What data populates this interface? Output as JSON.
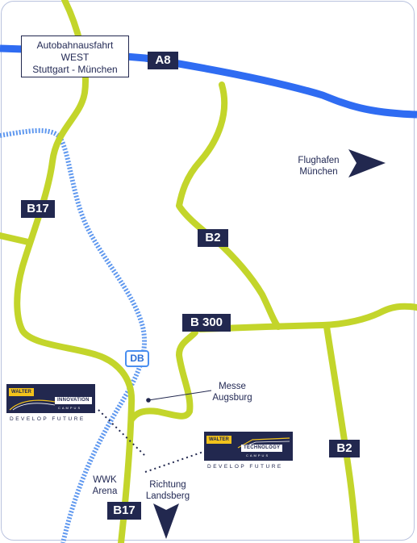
{
  "exit_sign": {
    "line1": "Autobahnausfahrt",
    "line2": "WEST",
    "line3": "Stuttgart - München"
  },
  "road_badges": {
    "a8": "A8",
    "b17_north": "B17",
    "b2_upper": "B2",
    "b300": "B 300",
    "b2_lower": "B2",
    "b17_south": "B17"
  },
  "rail_badge": "DB",
  "places": {
    "airport_line1": "Flughafen",
    "airport_line2": "München",
    "messe_line1": "Messe",
    "messe_line2": "Augsburg",
    "wwk_line1": "WWK",
    "wwk_line2": "Arena",
    "landsberg_line1": "Richtung",
    "landsberg_line2": "Landsberg"
  },
  "logos": {
    "innovation": {
      "brand": "WALTER",
      "word": "INNOVATION",
      "sub": "CAMPUS",
      "slogan": "DEVELOP FUTURE"
    },
    "technology": {
      "brand": "WALTER",
      "word": "TECHNOLOGY",
      "sub": "CAMPUS",
      "slogan": "DEVELOP FUTURE"
    }
  },
  "colors": {
    "motorway": "#2f6cf2",
    "federal_road": "#c3d52b",
    "rail": "#5f98ef",
    "navy": "#22284f",
    "logo_accent": "#f2c21b"
  }
}
